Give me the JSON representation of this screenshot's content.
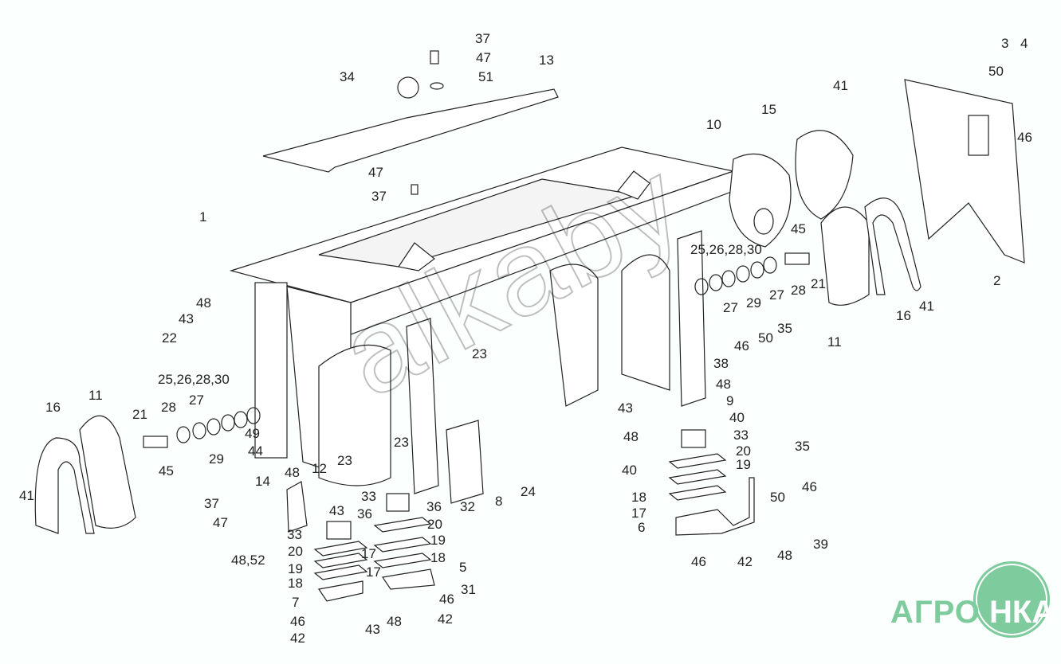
{
  "diagram": {
    "watermark": "alkaby",
    "logo": {
      "left_text": "АГРО",
      "circle_text": "НКА",
      "color": "#7ecb9d"
    },
    "labels": [
      "37",
      "47",
      "51",
      "34",
      "13",
      "47",
      "37",
      "1",
      "10",
      "15",
      "41",
      "3",
      "4",
      "50",
      "46",
      "2",
      "45",
      "25,26,28,30",
      "21",
      "28",
      "27",
      "29",
      "27",
      "16",
      "41",
      "11",
      "35",
      "50",
      "46",
      "38",
      "48",
      "9",
      "40",
      "33",
      "20",
      "19",
      "43",
      "48",
      "40",
      "18",
      "17",
      "6",
      "35",
      "46",
      "50",
      "39",
      "48",
      "42",
      "46",
      "48",
      "43",
      "22",
      "23",
      "25,26,28,30",
      "27",
      "28",
      "21",
      "11",
      "16",
      "49",
      "44",
      "29",
      "45",
      "12",
      "23",
      "23",
      "48",
      "14",
      "41",
      "37",
      "47",
      "43",
      "33",
      "36",
      "36",
      "32",
      "8",
      "24",
      "33",
      "20",
      "48,52",
      "20",
      "17",
      "19",
      "18",
      "19",
      "17",
      "5",
      "18",
      "31",
      "7",
      "46",
      "48",
      "46",
      "43",
      "42",
      "42"
    ]
  }
}
